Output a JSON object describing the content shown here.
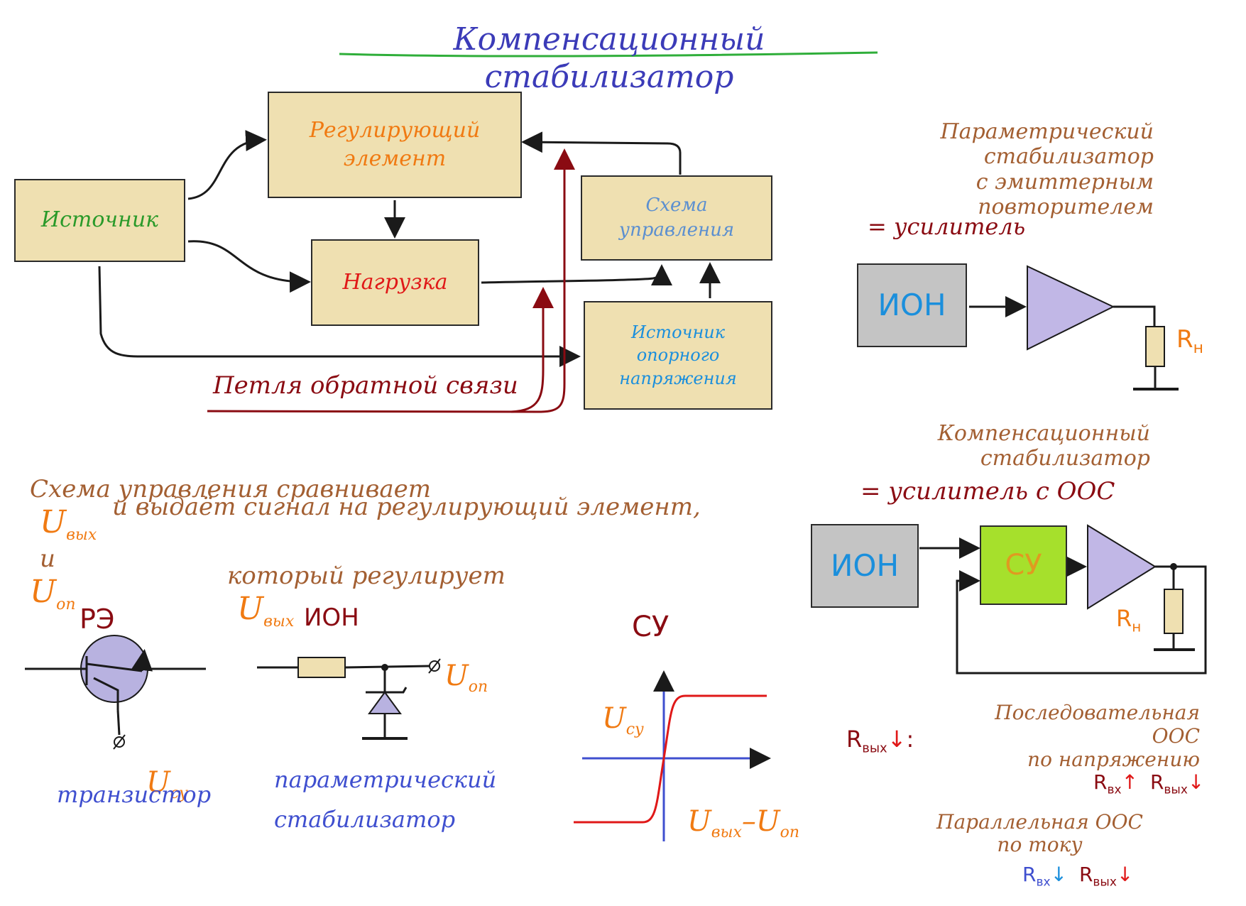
{
  "title": "Компенсационный стабилизатор",
  "colors": {
    "box_fill": "#efe0b1",
    "title": "#3b3bb8",
    "title_underline": "#2fae3a",
    "orange": "#f07a12",
    "green": "#2a9a2a",
    "red": "#e01818",
    "blue": "#1b8fdc",
    "lightblue": "#5b8fd0",
    "brown": "#a35f32",
    "dark_red": "#8a0b12",
    "purple_blue": "#3f4fcf",
    "gray_box": "#c4c4c4",
    "green_box": "#a6e02c",
    "triangle": "#c1b7e6"
  },
  "block_diagram": {
    "source": "Источник",
    "regulating_element": "Регулирующий\nэлемент",
    "load": "Нагрузка",
    "control_circuit": "Схема\nуправления",
    "reference_source": "Источник\nопорного\nнапряжения",
    "feedback_label": "Петля обратной связи"
  },
  "description": {
    "line1_a": "Схема управления сравнивает",
    "line1_u1": "U",
    "line1_u1_sub": "вых",
    "line1_and": "и",
    "line1_u2": "U",
    "line1_u2_sub": "оп",
    "line2": "и выдаёт сигнал на регулирующий элемент,",
    "line3_a": "который регулирует",
    "line3_u": "U",
    "line3_u_sub": "вых"
  },
  "re_section": {
    "heading": "РЭ",
    "label_u": "U",
    "label_u_sub": "су",
    "caption": "транзистор"
  },
  "ion_section": {
    "heading": "ИОН",
    "label_u": "U",
    "label_u_sub": "оп",
    "caption": "параметрический\nстабилизатор"
  },
  "su_section": {
    "heading": "СУ",
    "y_label": "U",
    "y_label_sub": "су",
    "x_label_a": "U",
    "x_label_a_sub": "вых",
    "x_label_dash": "–",
    "x_label_b": "U",
    "x_label_b_sub": "оп"
  },
  "right_top": {
    "text": "Параметрический\nстабилизатор\nс эмиттерным\nповторителем",
    "equals": "= усилитель",
    "ion_label": "ИОН",
    "rn": "R",
    "rn_sub": "н"
  },
  "right_mid": {
    "text": "Компенсационный\nстабилизатор",
    "equals": "= усилитель с ООС",
    "ion_label": "ИОН",
    "su_label": "СУ",
    "rn": "R",
    "rn_sub": "н"
  },
  "right_bottom": {
    "rout": "R",
    "rout_sub": "вых",
    "rout_arrow": "↓",
    "colon": ":",
    "series_text": "Последовательная\nООС\nпо напряжению",
    "series_rin": "R",
    "series_rin_sub": "вх",
    "series_rin_arrow": "↑",
    "series_rout": "R",
    "series_rout_sub": "вых",
    "series_rout_arrow": "↓",
    "parallel_text": "Параллельная ООС\nпо току",
    "par_rin": "R",
    "par_rin_sub": "вх",
    "par_rin_arrow": "↓",
    "par_rout": "R",
    "par_rout_sub": "вых",
    "par_rout_arrow": "↓"
  }
}
